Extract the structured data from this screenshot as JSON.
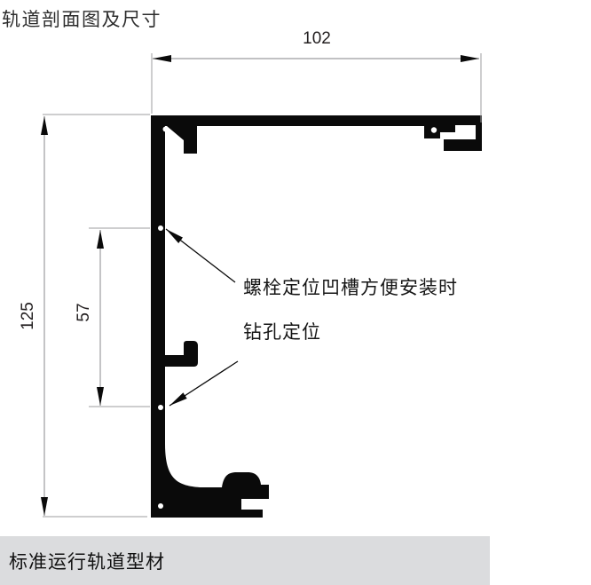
{
  "page": {
    "title": "轨道剖面图及尺寸",
    "background": "#ffffff"
  },
  "drawing": {
    "type": "technical-cross-section",
    "subject": "track-profile",
    "dimensions": {
      "top_width": "102",
      "left_height": "125",
      "groove_spacing": "57"
    },
    "annotation_line1": "螺栓定位凹槽方便安装时",
    "annotation_line2": "钻孔定位",
    "colors": {
      "profile": "#0a0a0a",
      "dimension_line": "#9c9c9f",
      "arrowhead": "#0a0a0a"
    }
  },
  "footer": {
    "label": "标准运行轨道型材",
    "background": "#dbdcde"
  }
}
